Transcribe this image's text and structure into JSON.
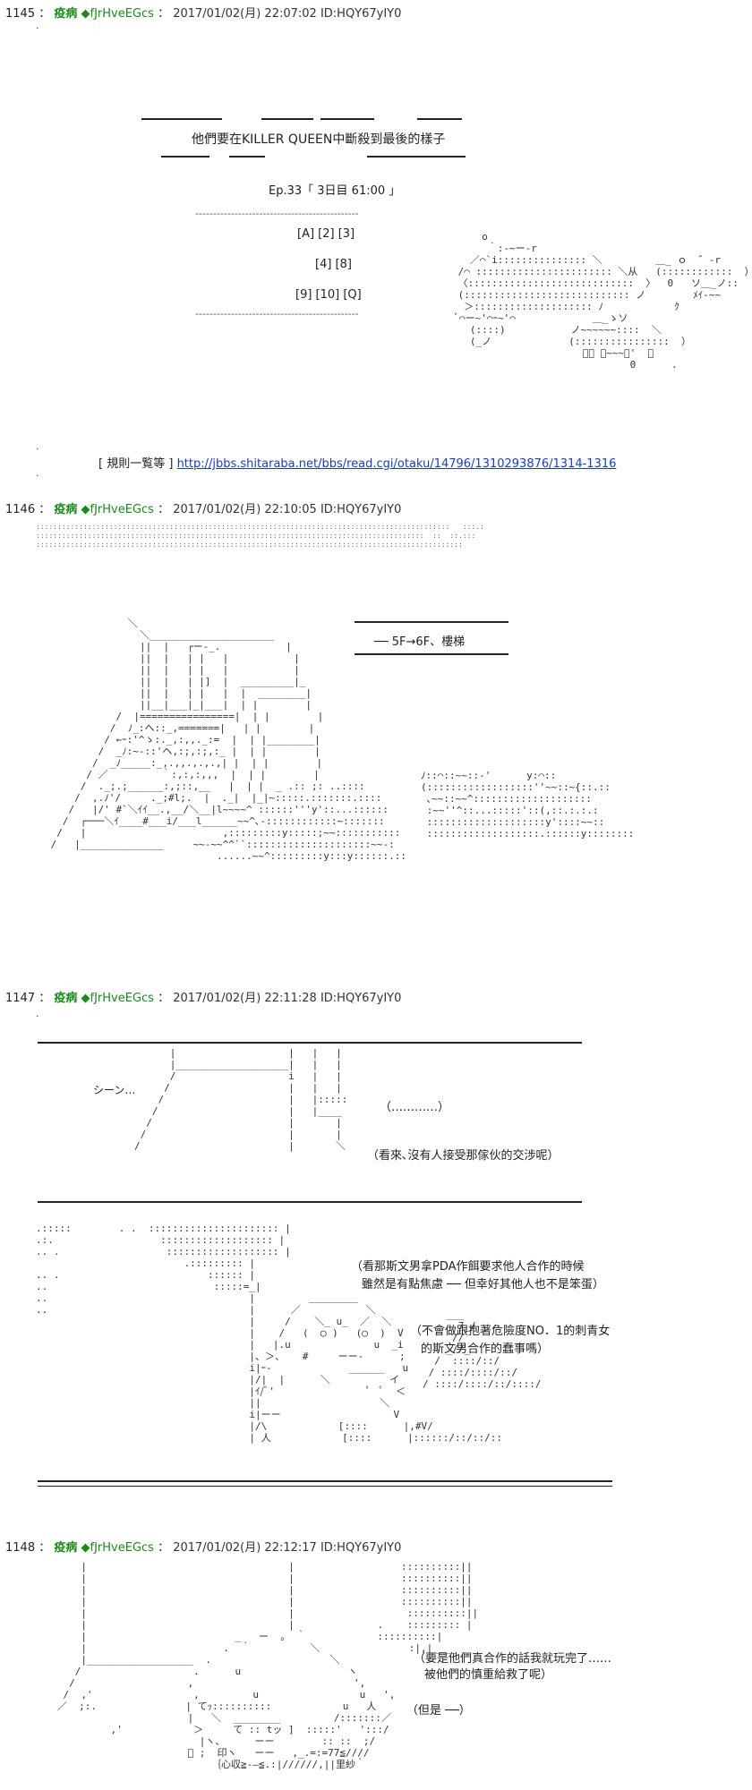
{
  "posts": [
    {
      "num": "1145",
      "name": "疫病",
      "trip": "◆fJrHveEGcs",
      "meta": "2017/01/02(月) 22:07:02 ID:HQY67yIY0"
    },
    {
      "num": "1146",
      "name": "疫病",
      "trip": "◆fJrHveEGcs",
      "meta": "2017/01/02(月) 22:10:05 ID:HQY67yIY0"
    },
    {
      "num": "1147",
      "name": "疫病",
      "trip": "◆fJrHveEGcs",
      "meta": "2017/01/02(月) 22:11:28 ID:HQY67yIY0"
    },
    {
      "num": "1148",
      "name": "疫病",
      "trip": "◆fJrHveEGcs",
      "meta": "2017/01/02(月) 22:12:17 ID:HQY67yIY0"
    }
  ],
  "p1145": {
    "title": "他們要在KILLER QUEEN中斷殺到最後的樣子",
    "episode": "Ep.33「  3日目 61:00  」",
    "dashes": "----------------------------------------------",
    "links_row1": "[A]   [2]   [3]",
    "links_row2": "[4]   [8]",
    "links_row3": "[9]   [10]   [Q]",
    "rules_label": "[ 規則一覧等 ]",
    "rules_url": "http://jbbs.shitaraba.net/bbs/read.cgi/otaku/14796/1310293876/1314-1316"
  },
  "p1146": {
    "location": "── 5F→6F、樓梯"
  },
  "p1147": {
    "sfx": "シーン…",
    "ellipsis": "（…………）",
    "line1": "（看來､沒有人接受那傢伙的交涉呢）",
    "think1": "（看那斯文男拿PDA作餌要求他人合作的時候",
    "think2": "雖然是有點焦慮 ── 但幸好其他人也不是笨蛋）",
    "think3": "（不會做跟抱著危險度NO．1的刺青女",
    "think4": "的斯文男合作的蠢事嗎）"
  },
  "p1148": {
    "line1": "（要是他們真合作的話我就玩完了……",
    "line2": "被他們的慎重給救了呢）",
    "line3": "（但是 ──）"
  }
}
